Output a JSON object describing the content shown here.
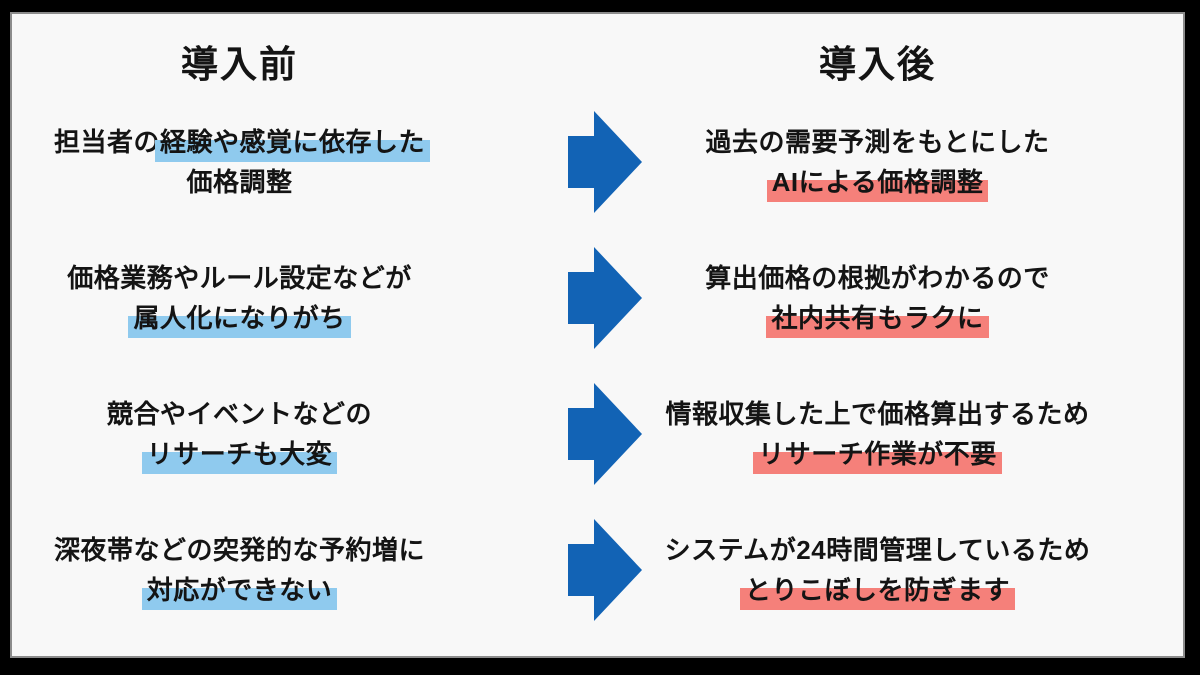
{
  "colors": {
    "frame": "#000000",
    "panel_background": "#f8f8f8",
    "text": "#141414",
    "arrow_blue": "#1263b5",
    "highlight_blue": "#8fcaee",
    "highlight_pink": "#f5807a"
  },
  "headers": {
    "before": "導入前",
    "after": "導入後"
  },
  "icons": {
    "arrow": "right-arrow"
  },
  "rows": [
    {
      "left": {
        "l1_pre": "担当者の",
        "l1_hl": "経験や感覚に依存した",
        "l2_pre": "価格調整",
        "l2_hl": ""
      },
      "right": {
        "l1_pre": "過去の需要予測をもとにした",
        "l1_hl": "",
        "l2_pre": "",
        "l2_hl": "AIによる価格調整"
      }
    },
    {
      "left": {
        "l1_pre": "価格業務やルール設定などが",
        "l1_hl": "",
        "l2_pre": "",
        "l2_hl": "属人化になりがち"
      },
      "right": {
        "l1_pre": "算出価格の根拠がわかるので",
        "l1_hl": "",
        "l2_pre": "",
        "l2_hl": "社内共有もラクに"
      }
    },
    {
      "left": {
        "l1_pre": "競合やイベントなどの",
        "l1_hl": "",
        "l2_pre": "",
        "l2_hl": "リサーチも大変"
      },
      "right": {
        "l1_pre": "情報収集した上で価格算出するため",
        "l1_hl": "",
        "l2_pre": "",
        "l2_hl": "リサーチ作業が不要"
      }
    },
    {
      "left": {
        "l1_pre": "深夜帯などの突発的な予約増に",
        "l1_hl": "",
        "l2_pre": "",
        "l2_hl": "対応ができない"
      },
      "right": {
        "l1_pre": "システムが24時間管理しているため",
        "l1_hl": "",
        "l2_pre": "",
        "l2_hl": "とりこぼしを防ぎます"
      }
    }
  ]
}
